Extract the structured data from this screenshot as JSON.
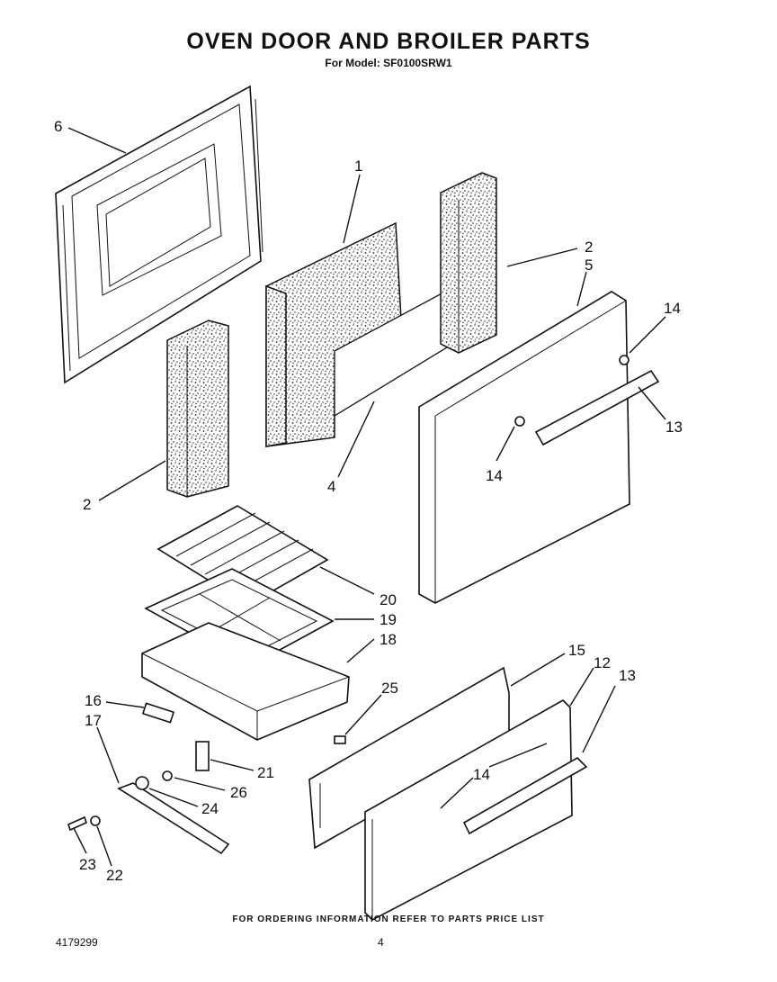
{
  "header": {
    "title": "OVEN DOOR AND BROILER PARTS",
    "subtitle": "For Model: SF0100SRW1"
  },
  "footer": {
    "ordering_note": "FOR ORDERING INFORMATION REFER TO PARTS PRICE LIST",
    "document_number": "4179299",
    "page_number": "4"
  },
  "callouts": {
    "c1": "1",
    "c2a": "2",
    "c2b": "2",
    "c4": "4",
    "c5": "5",
    "c6": "6",
    "c12": "12",
    "c13a": "13",
    "c13b": "13",
    "c14a": "14",
    "c14b": "14",
    "c14c": "14",
    "c15": "15",
    "c16": "16",
    "c17": "17",
    "c18": "18",
    "c19": "19",
    "c20": "20",
    "c21": "21",
    "c22": "22",
    "c23": "23",
    "c24": "24",
    "c25": "25",
    "c26": "26"
  }
}
